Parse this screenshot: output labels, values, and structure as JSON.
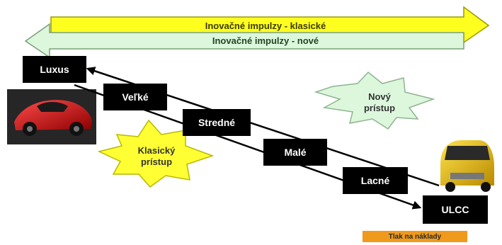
{
  "arrows": {
    "classic_label": "Inovačné impulzy - klasické",
    "new_label": "Inovačné impulzy - nové"
  },
  "segments": {
    "luxury": "Luxus",
    "large": "Veľké",
    "medium": "Stredné",
    "small": "Malé",
    "cheap": "Lacné",
    "ulcc": "ULCC"
  },
  "approaches": {
    "classic": "Klasický prístup",
    "new": "Nový prístup"
  },
  "cost_pressure": "Tlak na náklady",
  "colors": {
    "yellow_arrow": "#ffff1f",
    "green_arrow": "#dcf7dc",
    "yellow_star": "#ffff33",
    "green_star": "#dcf7dc",
    "box_fill": "#000000",
    "cost_note": "#ef9a1c"
  },
  "images": {
    "left_car": "red sports car",
    "right_car": "small yellow city car"
  }
}
